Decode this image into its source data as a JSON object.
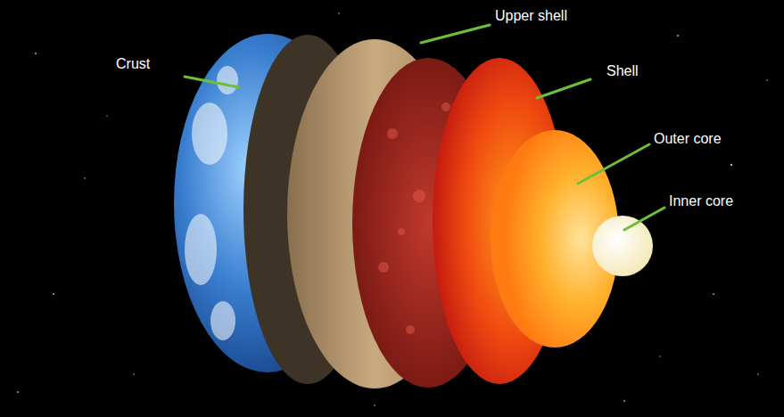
{
  "diagram": {
    "labels": [
      "Crust",
      "Upper shell",
      "Shell",
      "Outer core",
      "Inner core"
    ]
  }
}
